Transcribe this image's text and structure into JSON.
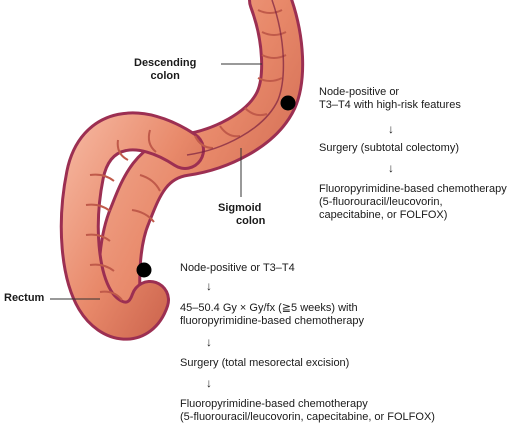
{
  "anatomy": {
    "descending_colon": [
      "Descending",
      "colon"
    ],
    "sigmoid_colon": [
      "Sigmoid",
      "colon"
    ],
    "rectum": "Rectum"
  },
  "colon_pathway": [
    [
      "Node-positive or",
      "T3–T4 with high-risk features"
    ],
    [
      "Surgery (subtotal colectomy)"
    ],
    [
      "Fluoropyrimidine-based chemotherapy",
      "(5-fluorouracil/leucovorin,",
      "capecitabine, or FOLFOX)"
    ]
  ],
  "rectal_pathway": [
    [
      "Node-positive or T3–T4"
    ],
    [
      "45–50.4 Gy × Gy/fx (≧5 weeks) with",
      "fluoropyrimidine-based chemotherapy"
    ],
    [
      "Surgery (total mesorectal excision)"
    ],
    [
      "Fluoropyrimidine-based chemotherapy",
      "(5-fluorouracil/leucovorin, capecitabine, or FOLFOX)"
    ]
  ],
  "arrow_glyph": "↓",
  "colors": {
    "colon_fill": "#e8896a",
    "colon_outline": "#9c2f52",
    "haustra": "#c05a4a",
    "marker": "#000000",
    "text": "#1a1a1a"
  }
}
